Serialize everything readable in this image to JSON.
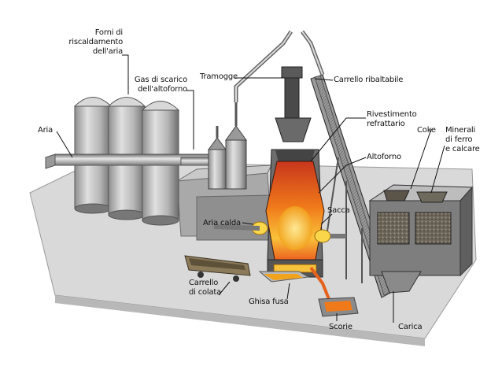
{
  "labels": {
    "forni": "Forni di\nriscaldamento\ndell'aria",
    "gas": "Gas di scarico\ndell'altoforno",
    "tramogge": "Tramogge",
    "carrello_ribaltabile": "Carrello ribaltabile",
    "rivestimento": "Rivestimento\nrefrattario",
    "coke": "Coke",
    "minerali": "Minerali\ndi ferro\ne calcare",
    "aria": "Aria",
    "altoforno": "Altoforno",
    "aria_calda": "Aria calda",
    "sacca": "Sacca",
    "carrello_colata": "Carrello\ndi colata",
    "ghisa_fusa": "Ghisa fusa",
    "scorie": "Scorie",
    "carica": "Carica"
  }
}
